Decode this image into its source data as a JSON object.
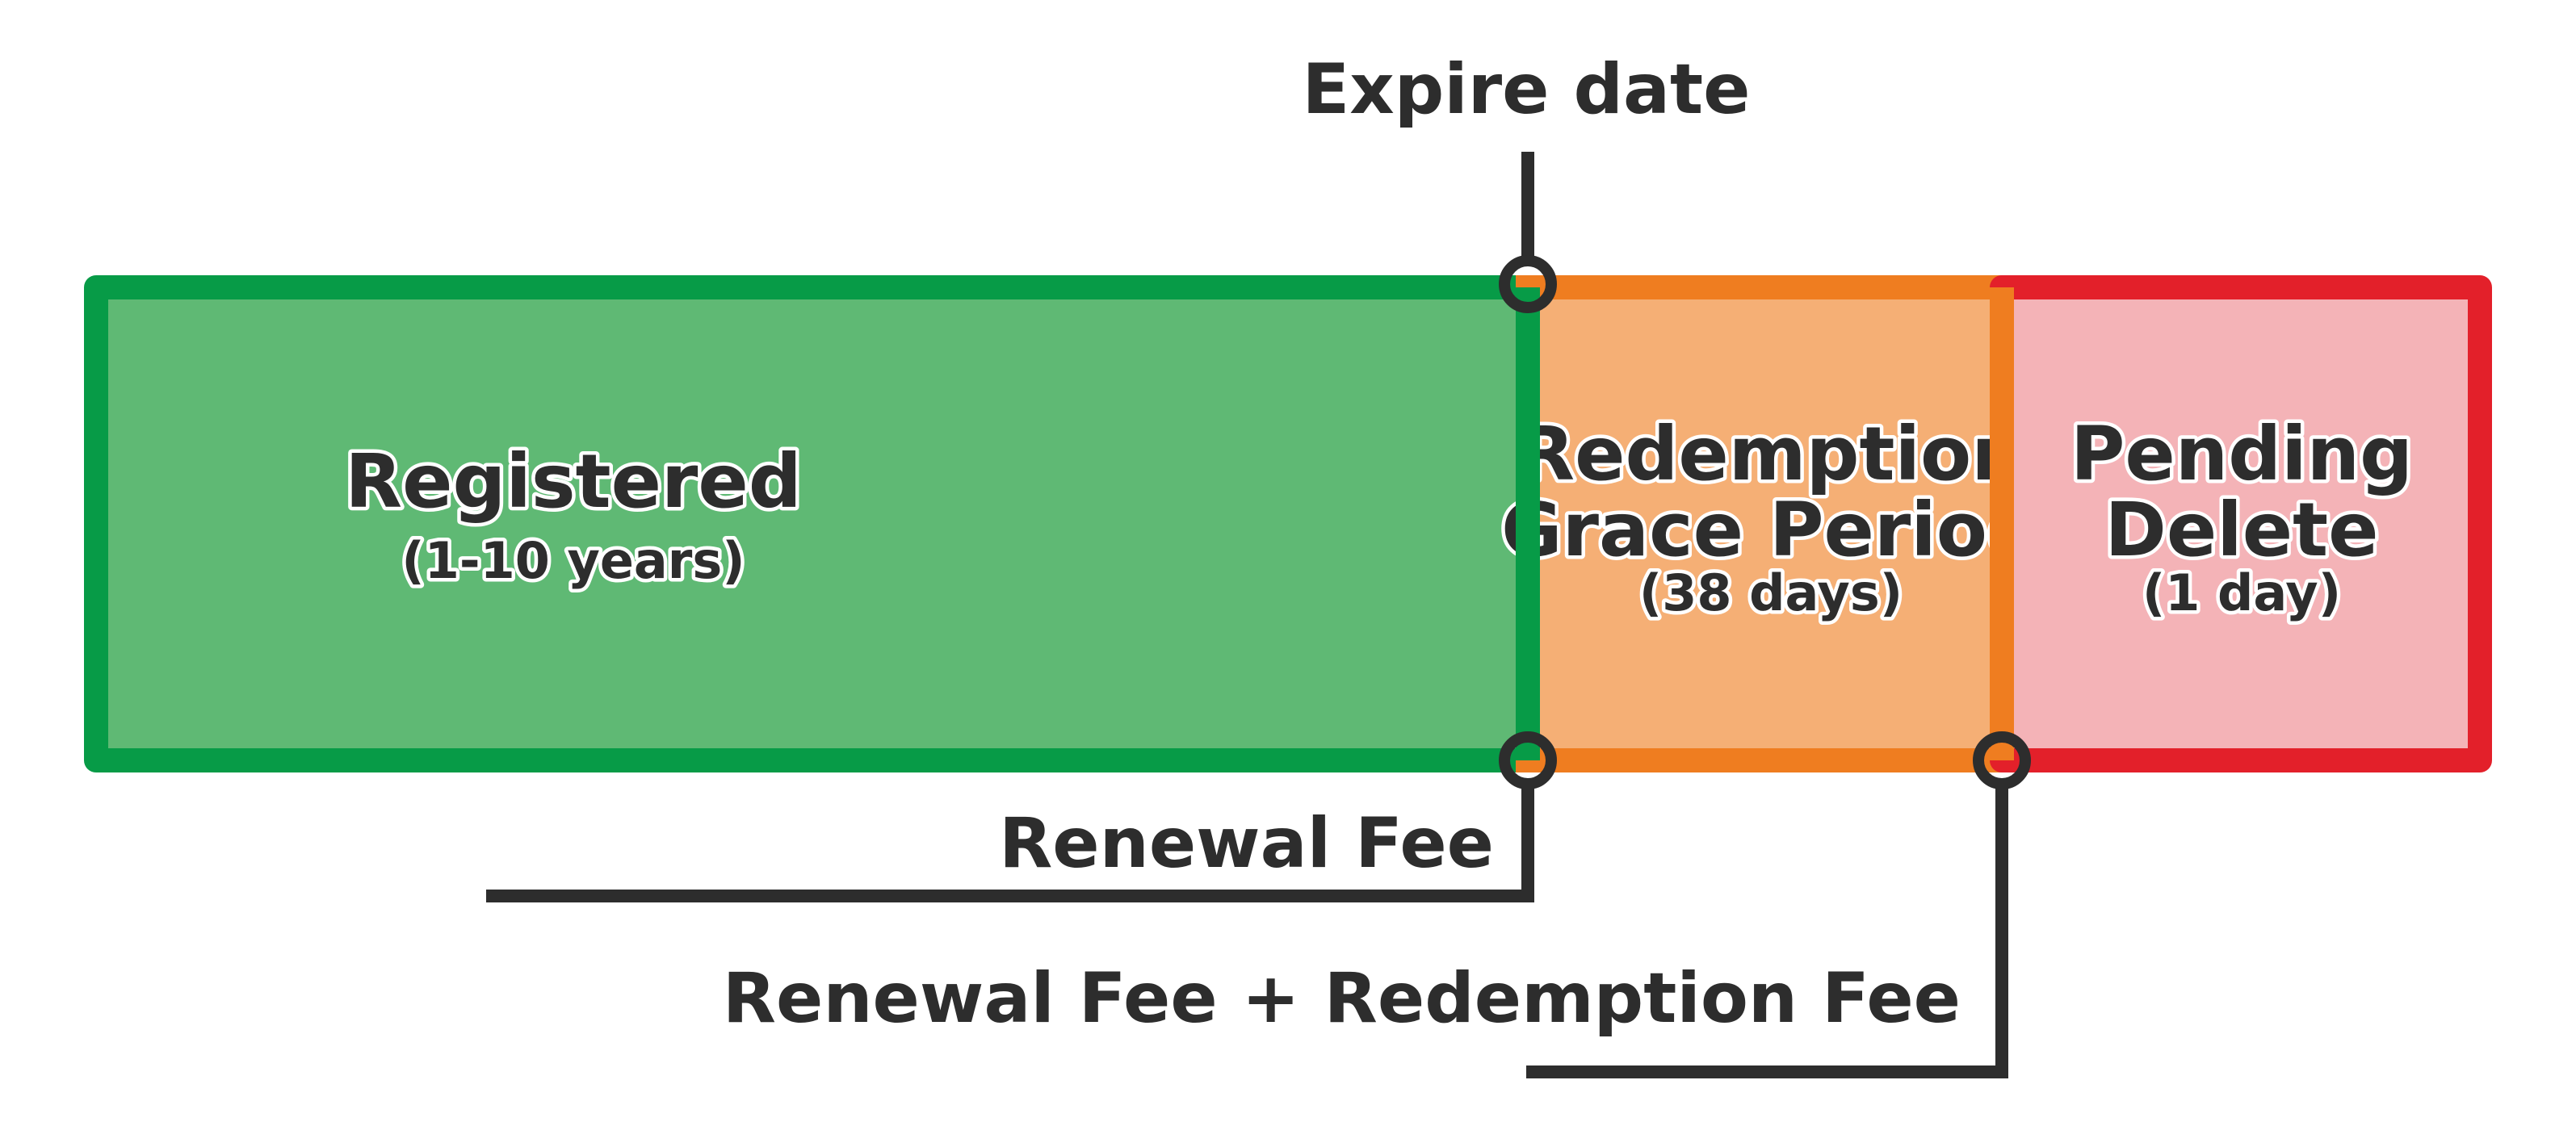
{
  "phases": {
    "registered": {
      "title": "Registered",
      "duration": "(1-10 years)",
      "border_color": "#079b47",
      "fill_color": "#5fb974"
    },
    "redemption": {
      "title_line1": "Redemption",
      "title_line2": "Grace Period",
      "duration": "(38 days)",
      "border_color": "#ef7d20",
      "fill_color": "#f5af75"
    },
    "pending": {
      "title_line1": "Pending",
      "title_line2": "Delete",
      "duration": "(1 day)",
      "border_color": "#e3202a",
      "fill_color": "#f4b3b7"
    }
  },
  "markers": {
    "expire_date": "Expire date",
    "renewal_fee": "Renewal Fee",
    "renewal_plus_redemption_fee": "Renewal Fee + Redemption Fee"
  },
  "colors": {
    "text": "#2d2d2d",
    "connector": "#2d2d2d"
  }
}
